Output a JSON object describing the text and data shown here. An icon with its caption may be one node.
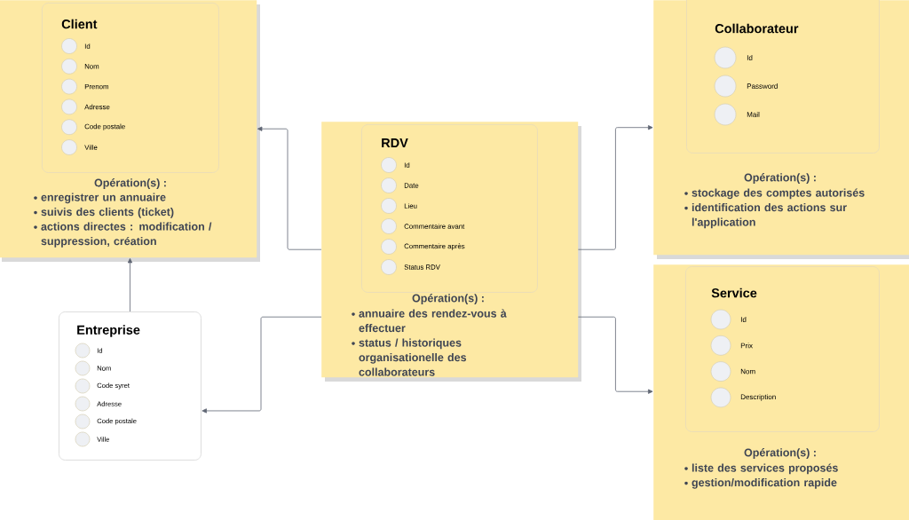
{
  "diagram": {
    "nodes": [
      {
        "text": [
          "Opération(s) :",
          "enregistrer un annuaire",
          "suivis des clients (ticket)",
          "actions directes : modification / suppression, création"
        ]
      },
      {
        "text": [
          "Client",
          "Id",
          "Nom",
          "Prenom",
          "Adresse",
          "Code postale",
          "Ville"
        ],
        "in": 0
      },
      {
        "text": [
          "Opération(s) :",
          "stockage des comptes autorisés",
          "identification des actions sur l'application"
        ]
      },
      {
        "text": [
          "Collaborateur",
          "Id",
          "Password",
          "Mail"
        ],
        "in": 2
      },
      {
        "text": [
          "Opération(s) :",
          "annuaire des rendez-vous à effectuer",
          "status / historiques organisationelle des collaborateurs"
        ]
      },
      {
        "text": [
          "RDV",
          "Id",
          "Date",
          "Lieu",
          "Commentaire avant",
          "Commentaire après",
          "Status RDV"
        ],
        "in": 4
      },
      {
        "text": [
          "Entreprise",
          "Id",
          "Nom",
          "Code syret",
          "Adresse",
          "Code postale",
          "Ville"
        ]
      },
      {
        "text": [
          "Opération(s) :",
          "liste des services proposés",
          "gestion/modification rapide"
        ]
      },
      {
        "text": [
          "Service",
          "Id",
          "Prix",
          "Nom",
          "Description"
        ],
        "in": 7
      }
    ],
    "edges": [
      {
        "from": 4,
        "to": 0,
        "arrow": "to"
      },
      {
        "from": 4,
        "to": 2,
        "arrow": "to"
      },
      {
        "from": 4,
        "to": 6,
        "arrow": "to"
      },
      {
        "from": 4,
        "to": 7,
        "arrow": "to"
      },
      {
        "from": 6,
        "to": 0,
        "arrow": "to"
      }
    ]
  }
}
